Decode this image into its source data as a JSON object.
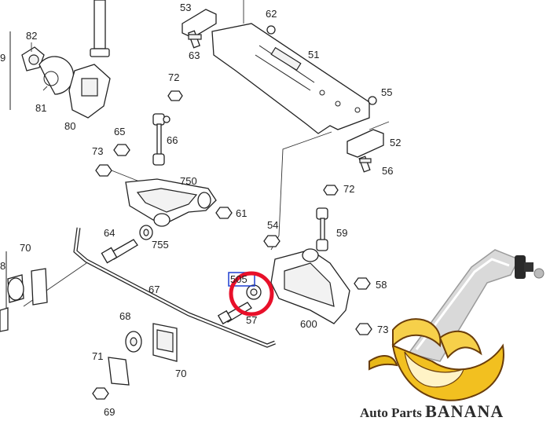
{
  "labels": {
    "p53": "53",
    "p62": "62",
    "p63": "63",
    "p51": "51",
    "p55": "55",
    "p52": "52",
    "p56": "56",
    "p82": "82",
    "p9": "9",
    "p81": "81",
    "p80": "80",
    "p72a": "72",
    "p65": "65",
    "p66": "66",
    "p73a": "73",
    "p750": "750",
    "p61": "61",
    "p64": "64",
    "p755": "755",
    "p70a": "70",
    "p8": "8",
    "p67": "67",
    "p72b": "72",
    "p59": "59",
    "p54": "54",
    "p58": "58",
    "p600": "600",
    "p73b": "73",
    "p505": "505",
    "p57": "57",
    "p68": "68",
    "p71": "71",
    "p70b": "70",
    "p69": "69"
  },
  "brand": {
    "part1": "Auto Parts ",
    "part2": "BANANA"
  },
  "colors": {
    "highlight_circle": "#e8102a",
    "highlight_box": "#1f3fd0",
    "banana_yellow": "#f2c020",
    "banana_dark": "#6a3d0a",
    "line": "#222222"
  },
  "icons": {
    "brand_mascot": "banana-with-control-arm-icon"
  }
}
